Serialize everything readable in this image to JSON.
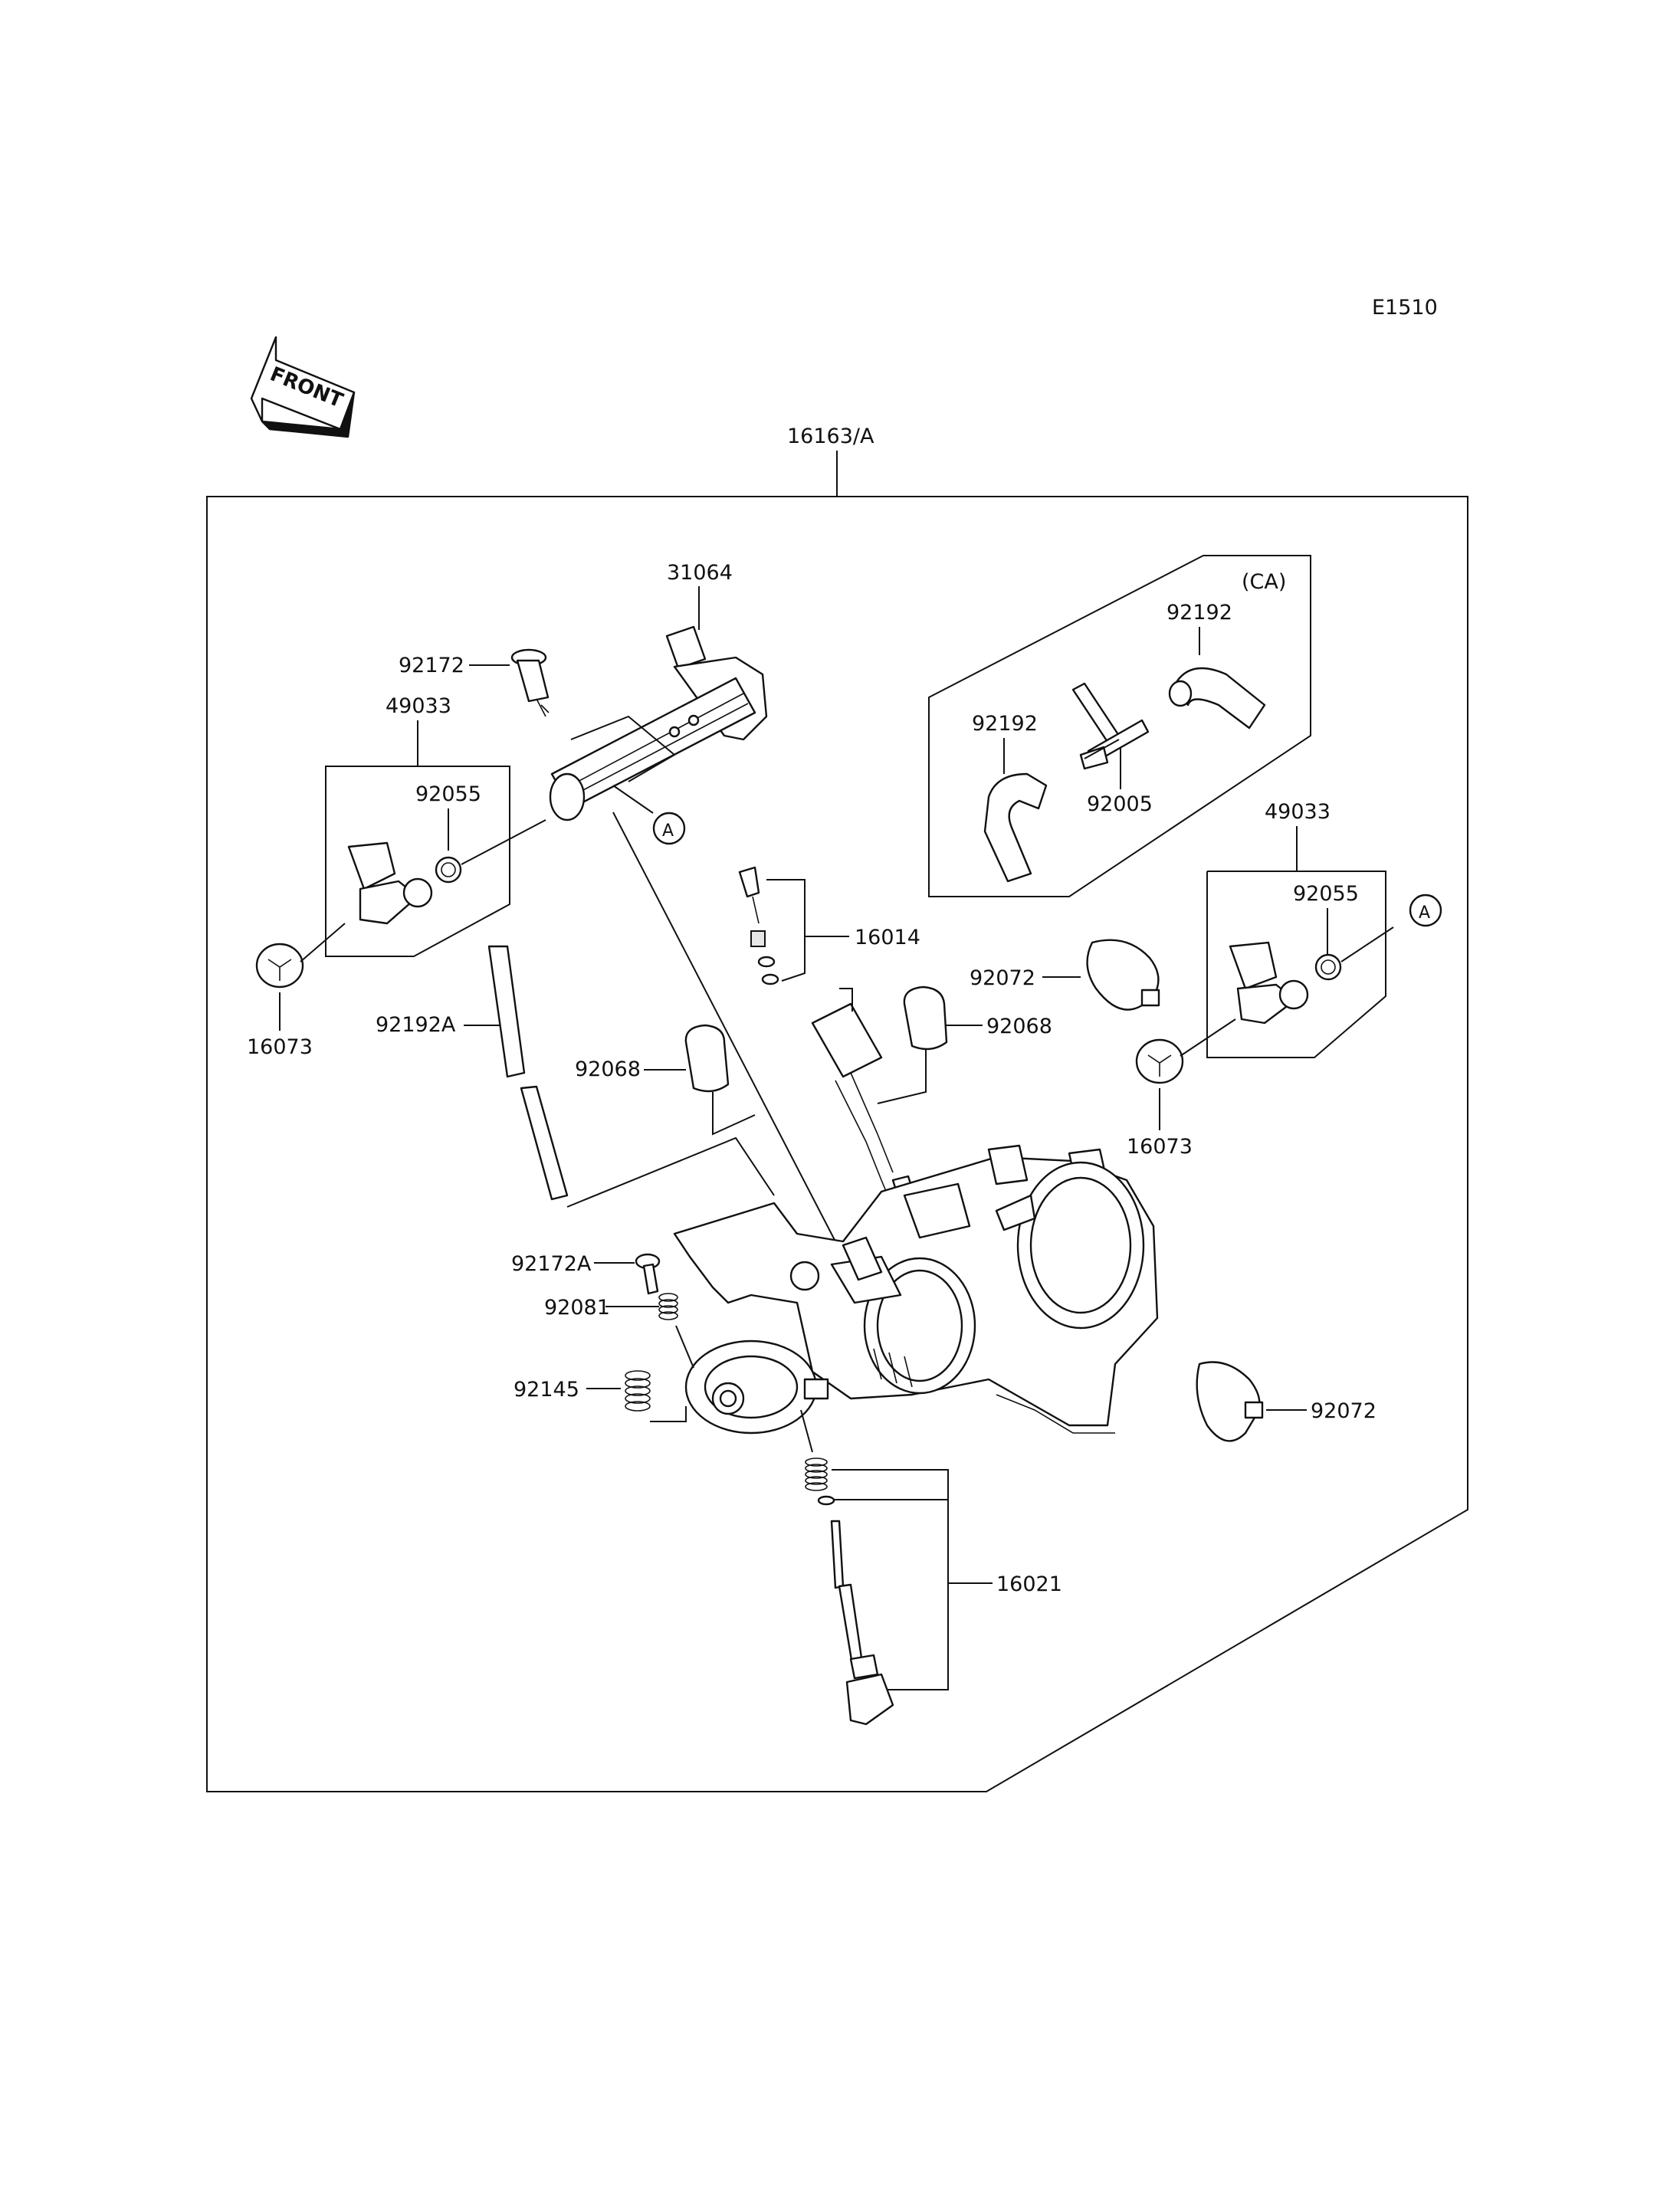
{
  "diagram_code": "E1510",
  "front_arrow_text": "FRONT",
  "parts": {
    "p16163A": "16163/A",
    "p31064": "31064",
    "p92172": "92172",
    "p49033_left": "49033",
    "p92055_left": "92055",
    "p16073_left": "16073",
    "p92192A": "92192A",
    "p16014": "16014",
    "p92068_left": "92068",
    "p92068_right": "92068",
    "p92072_top": "92072",
    "p49033_right": "49033",
    "p92055_right": "92055",
    "p16073_right": "16073",
    "ca_label": "(CA)",
    "p92192_top": "92192",
    "p92192_left": "92192",
    "p92005": "92005",
    "p92172A": "92172A",
    "p92081": "92081",
    "p92145": "92145",
    "p92072_bottom": "92072",
    "p16021": "16021"
  },
  "ref_markers": {
    "a_left": "A",
    "a_right": "A"
  }
}
